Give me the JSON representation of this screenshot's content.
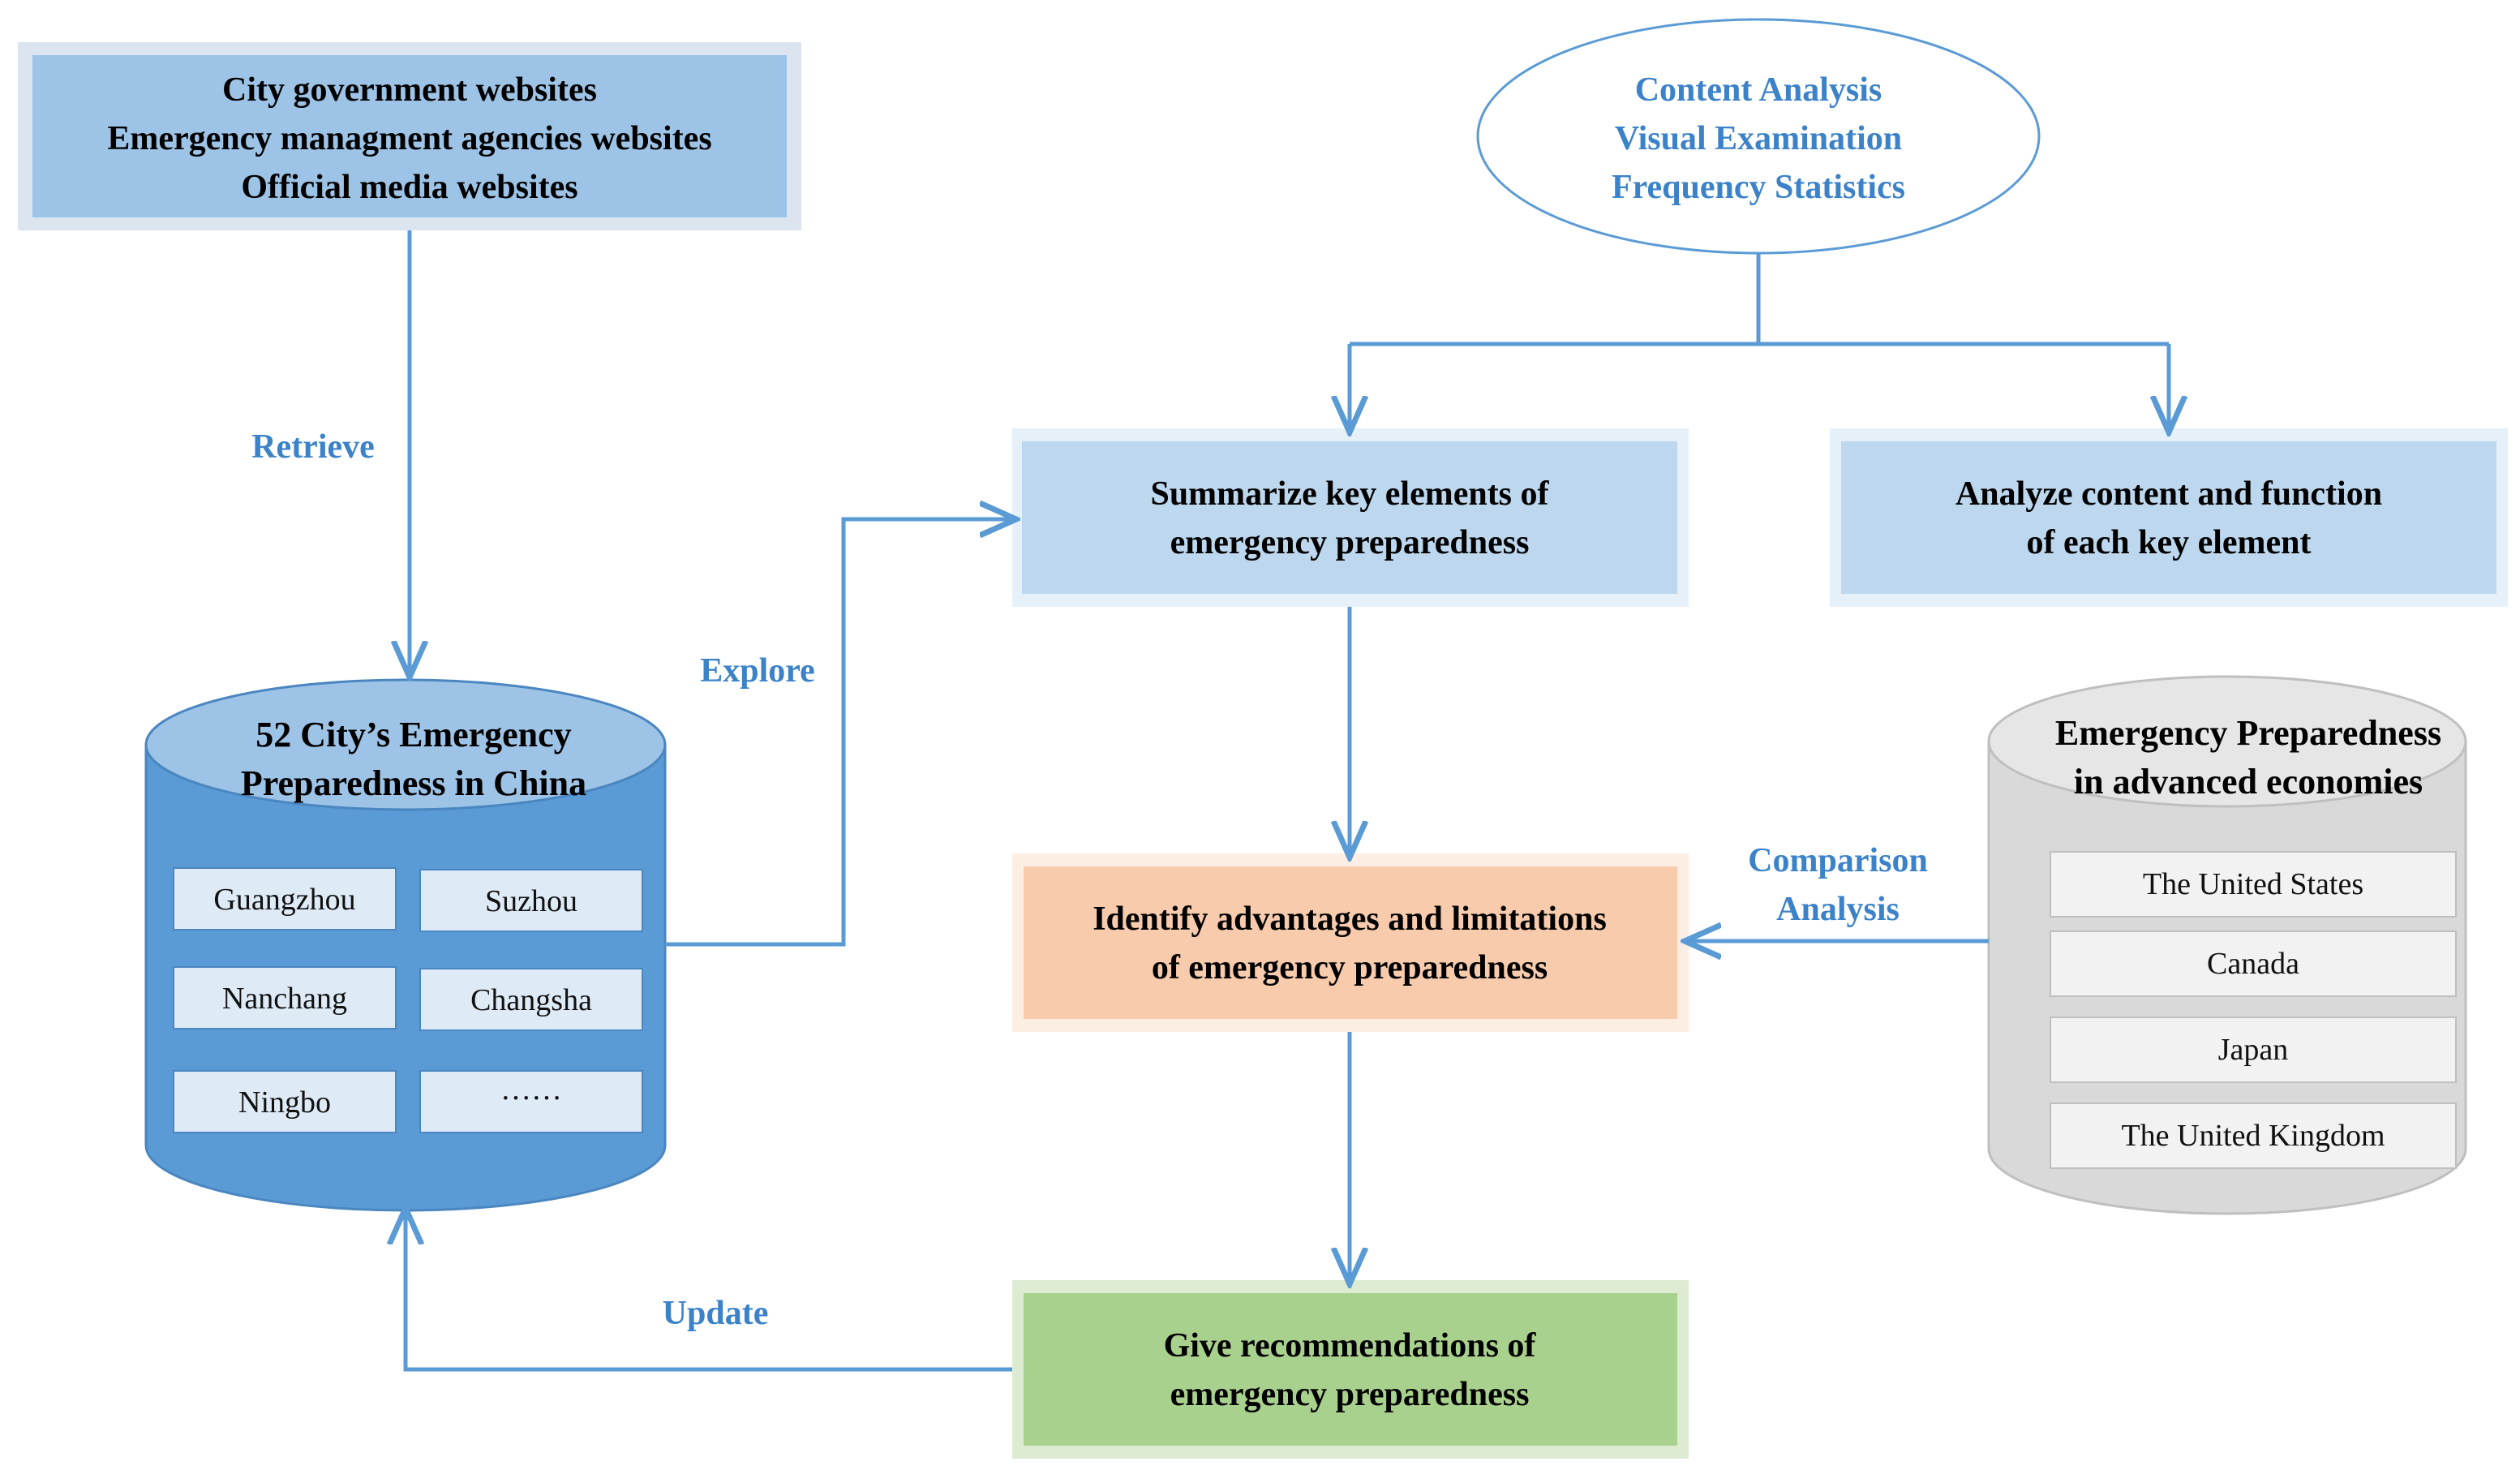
{
  "colors": {
    "arrow": "#5b9bd5",
    "blue_label": "#3b82c8",
    "source_box": "#9dc3e6",
    "process_box": "#bdd7ee",
    "identify_box": "#f8cbad",
    "recommend_box": "#a9d18e",
    "cylinder_blue": "#5b9bd5",
    "cylinder_blue_top": "#9dc3e6",
    "cylinder_gray": "#d9d9d9",
    "item_box": "#deebf7",
    "item_box_gray": "#f2f2f2"
  },
  "sources": {
    "line1": "City government websites",
    "line2": "Emergency managment agencies websites",
    "line3": "Official media websites"
  },
  "methods": {
    "line1": "Content Analysis",
    "line2": "Visual Examination",
    "line3": "Frequency Statistics"
  },
  "labels": {
    "retrieve": "Retrieve",
    "explore": "Explore",
    "comparison_line1": "Comparison",
    "comparison_line2": "Analysis",
    "update": "Update"
  },
  "summarize": {
    "line1": "Summarize key elements of",
    "line2": "emergency preparedness"
  },
  "analyze": {
    "line1": "Analyze content and function",
    "line2": "of each key element"
  },
  "identify": {
    "line1": "Identify advantages and limitations",
    "line2": "of emergency preparedness"
  },
  "recommend": {
    "line1": "Give recommendations of",
    "line2": "emergency preparedness"
  },
  "china_db": {
    "title_line1": "52 City’s Emergency",
    "title_line2": "Preparedness in China",
    "cities": [
      "Guangzhou",
      "Suzhou",
      "Nanchang",
      "Changsha",
      "Ningbo",
      "······"
    ]
  },
  "advanced_db": {
    "title_line1": "Emergency Preparedness",
    "title_line2": "in advanced economies",
    "countries": [
      "The United States",
      "Canada",
      "Japan",
      "The United Kingdom"
    ]
  }
}
